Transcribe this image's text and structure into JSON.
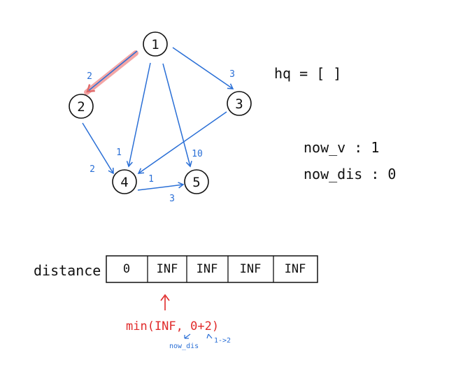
{
  "graph": {
    "nodes": [
      {
        "id": "1",
        "label": "1"
      },
      {
        "id": "2",
        "label": "2"
      },
      {
        "id": "3",
        "label": "3"
      },
      {
        "id": "4",
        "label": "4"
      },
      {
        "id": "5",
        "label": "5"
      }
    ],
    "edges": [
      {
        "from": "1",
        "to": "2",
        "weight": "2",
        "highlighted": true
      },
      {
        "from": "1",
        "to": "3",
        "weight": "3"
      },
      {
        "from": "1",
        "to": "4",
        "weight": "1"
      },
      {
        "from": "1",
        "to": "5",
        "weight": "10"
      },
      {
        "from": "2",
        "to": "4",
        "weight": "2"
      },
      {
        "from": "3",
        "to": "4",
        "weight": "1"
      },
      {
        "from": "4",
        "to": "5",
        "weight": "3"
      }
    ]
  },
  "hq": {
    "text": "hq = [ ]"
  },
  "state": {
    "now_v": "now_v : 1",
    "now_dis": "now_dis : 0"
  },
  "distance": {
    "label": "distance",
    "cells": [
      "0",
      "INF",
      "INF",
      "INF",
      "INF"
    ]
  },
  "annotation": {
    "formula": "min(INF, 0+2)",
    "note_now_dis": "now_dis",
    "note_edge": "1->2"
  },
  "colors": {
    "blue": "#2a6fd6",
    "red": "#e02a2a",
    "highlight": "#f3a5a5",
    "ink": "#111111"
  }
}
